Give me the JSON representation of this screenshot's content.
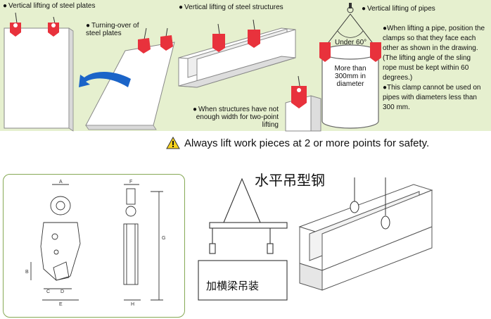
{
  "labels": {
    "vertical_steel_plates": "Vertical lifting of steel plates",
    "turning_over": "Turning-over of steel plates",
    "vertical_structures": "Vertical lifting of steel structures",
    "not_enough_width": "When structures have not enough width for two-point lifting",
    "vertical_pipes": "Vertical lifting of pipes",
    "under_60": "Under 60°",
    "more_than_300": "More than 300mm in diameter"
  },
  "pipe_notes": [
    "●When lifting a pipe, position the clamps so that they face each other as shown in the drawing.",
    "(The lifting angle of the sling rope must be kept within 60 degrees.)",
    "●This clamp cannot be used on pipes with diameters less than 300 mm."
  ],
  "warning": "Always lift work pieces at 2 or more points for safety.",
  "dimensions": {
    "a": "A",
    "b": "B",
    "c": "C",
    "d": "D",
    "e": "E",
    "f": "F",
    "g": "G",
    "h": "H"
  },
  "chinese": {
    "horizontal_section_steel": "水平吊型钢",
    "crossbeam_lifting": "加横梁吊装"
  },
  "colors": {
    "panel_bg": "#e6f0cf",
    "clamp_red": "#e8323c",
    "arrow_blue": "#1b64c8",
    "border_green": "#86a955"
  }
}
